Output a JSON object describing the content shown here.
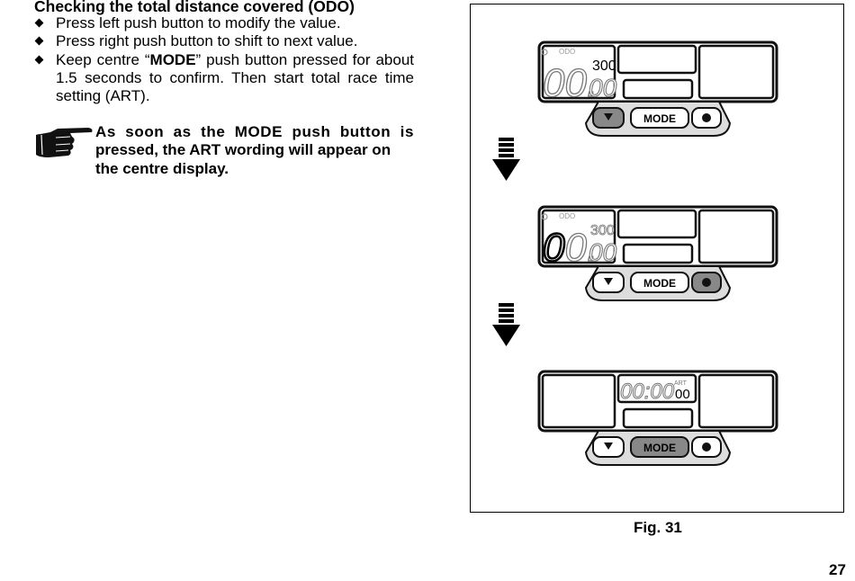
{
  "heading": "Checking the total distance covered (ODO)",
  "bullets": {
    "b1": "Press left push button to modify the value.",
    "b2": "Press right push button to shift to next value.",
    "b3_pre": "Keep centre “",
    "b3_bold": "MODE",
    "b3_post": "” push button pressed for about 1.5 seconds to confirm. Then start total race time setting (ART)."
  },
  "note": {
    "line1": "As soon as the MODE push button is",
    "line2": "pressed, the ART wording will appear on",
    "line3": "the centre display.",
    "icon": "pointing-hand-icon"
  },
  "figure": {
    "caption": "Fig. 31",
    "panels": [
      {
        "label_odo": "ODO",
        "big_digits": "00.",
        "big_digits_tail": "00",
        "small_top": "300",
        "small_bottom": "00",
        "mode_button": "MODE",
        "pressed_button": "left",
        "icons": [
          "info-icon",
          "triangle-down-icon",
          "dot-icon"
        ]
      },
      {
        "label_odo": "ODO",
        "big_digits": "00.",
        "big_digits_tail": "00",
        "small_top": "300",
        "mode_button": "MODE",
        "pressed_button": "right"
      },
      {
        "label_art": "ART",
        "time_digits": "00:00",
        "art_value": "00",
        "mode_button": "MODE",
        "pressed_button": "mode"
      }
    ],
    "arrow_icon": "arrow-down-icon"
  },
  "page_number": "27"
}
